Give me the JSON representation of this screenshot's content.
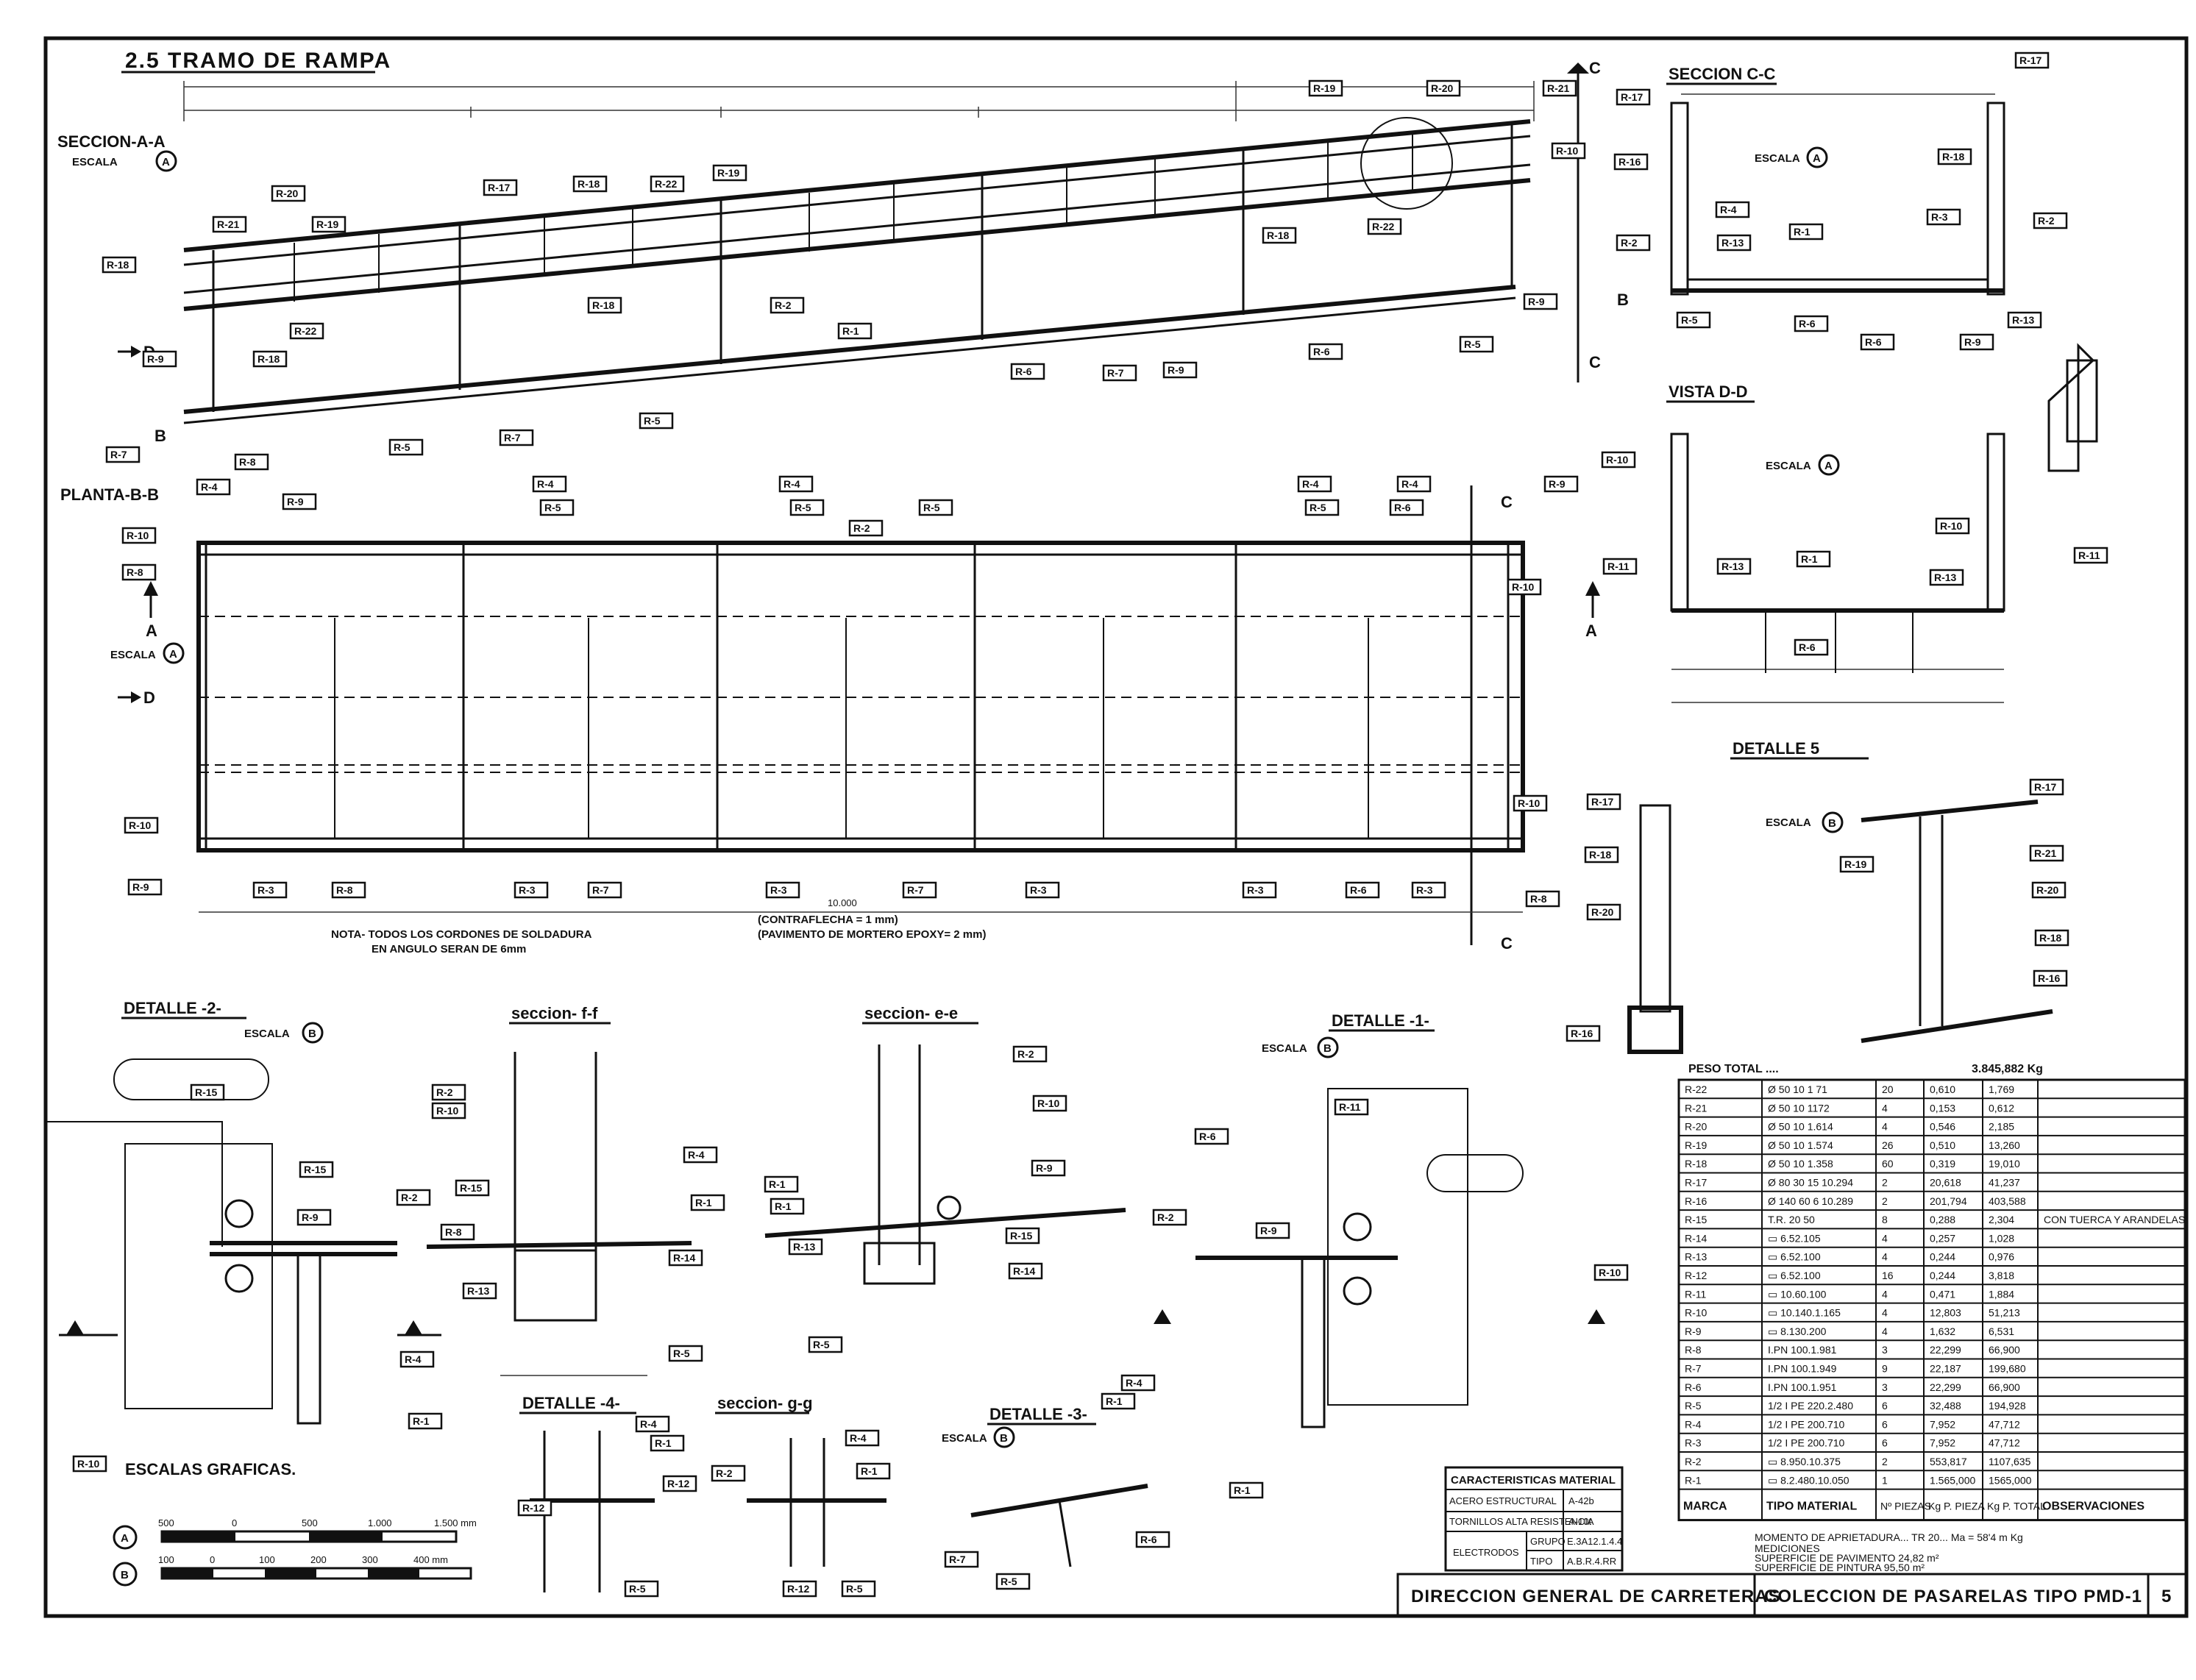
{
  "sheet": {
    "title": "2.5 TRAMO DE RAMPA",
    "sheet_number": "5",
    "org": "DIRECCION GENERAL DE CARRETERAS",
    "collection": "COLECCION DE PASARELAS TIPO PMD-1"
  },
  "views": {
    "seccion_aa": "SECCION-A-A",
    "planta_bb": "PLANTA-B-B",
    "seccion_cc": "SECCION C-C",
    "vista_dd": "VISTA D-D",
    "detalle_5": "DETALLE 5",
    "detalle_2": "DETALLE -2-",
    "seccion_ff": "seccion- f-f",
    "seccion_ee": "seccion- e-e",
    "detalle_1": "DETALLE -1-",
    "detalle_4": "DETALLE -4-",
    "seccion_gg": "seccion- g-g",
    "detalle_3": "DETALLE -3-",
    "escala_a": "ESCALA",
    "escala_b": "ESCALA",
    "a": "A",
    "b": "B"
  },
  "notes": {
    "nota_1": "NOTA- TODOS LOS CORDONES DE SOLDADURA",
    "nota_2": "EN ANGULO SERAN DE 6mm",
    "contraflecha": "(CONTRAFLECHA = 1 mm)",
    "pavimento": "(PAVIMENTO DE MORTERO EPOXY= 2 mm)",
    "span": "10.000"
  },
  "escalas": {
    "title": "ESCALAS GRAFICAS.",
    "a_ticks": [
      "500",
      "0",
      "500",
      "1.000",
      "1.500 mm"
    ],
    "b_ticks": [
      "100",
      "0",
      "100",
      "200",
      "300",
      "400 mm"
    ]
  },
  "material": {
    "title": "CARACTERISTICAS MATERIAL",
    "rows": [
      [
        "ACERO ESTRUCTURAL",
        "",
        "A-42b"
      ],
      [
        "TORNILLOS ALTA RESISTENCIA",
        "",
        "A-10t"
      ],
      [
        "ELECTRODOS",
        "GRUPO",
        "E.3A12.1.4.4"
      ],
      [
        "",
        "TIPO",
        "A.B.R.4.RR"
      ]
    ]
  },
  "table": {
    "peso_label": "PESO TOTAL ....",
    "peso_value": "3.845,882 Kg",
    "headers": [
      "MARCA",
      "TIPO MATERIAL",
      "Nº PIEZAS",
      "Kg P. PIEZA",
      "Kg P. TOTAL",
      "OBSERVACIONES"
    ],
    "rows": [
      [
        "R-22",
        "Ø 50 10 1 71",
        "20",
        "0,610",
        "1,769",
        ""
      ],
      [
        "R-21",
        "Ø 50 10 1172",
        "4",
        "0,153",
        "0,612",
        ""
      ],
      [
        "R-20",
        "Ø 50 10 1.614",
        "4",
        "0,546",
        "2,185",
        ""
      ],
      [
        "R-19",
        "Ø 50 10 1.574",
        "26",
        "0,510",
        "13,260",
        ""
      ],
      [
        "R-18",
        "Ø 50 10 1.358",
        "60",
        "0,319",
        "19,010",
        ""
      ],
      [
        "R-17",
        "Ø 80 30 15 10.294",
        "2",
        "20,618",
        "41,237",
        ""
      ],
      [
        "R-16",
        "Ø 140 60 6 10.289",
        "2",
        "201,794",
        "403,588",
        ""
      ],
      [
        "R-15",
        "T.R. 20 50",
        "8",
        "0,288",
        "2,304",
        "CON TUERCA Y ARANDELAS"
      ],
      [
        "R-14",
        "▭ 6.52.105",
        "4",
        "0,257",
        "1,028",
        ""
      ],
      [
        "R-13",
        "▭ 6.52.100",
        "4",
        "0,244",
        "0,976",
        ""
      ],
      [
        "R-12",
        "▭ 6.52.100",
        "16",
        "0,244",
        "3,818",
        ""
      ],
      [
        "R-11",
        "▭ 10.60.100",
        "4",
        "0,471",
        "1,884",
        ""
      ],
      [
        "R-10",
        "▭ 10.140.1.165",
        "4",
        "12,803",
        "51,213",
        ""
      ],
      [
        "R-9",
        "▭ 8.130.200",
        "4",
        "1,632",
        "6,531",
        ""
      ],
      [
        "R-8",
        "I.PN 100.1.981",
        "3",
        "22,299",
        "66,900",
        ""
      ],
      [
        "R-7",
        "I.PN 100.1.949",
        "9",
        "22,187",
        "199,680",
        ""
      ],
      [
        "R-6",
        "I.PN 100.1.951",
        "3",
        "22,299",
        "66,900",
        ""
      ],
      [
        "R-5",
        "1/2 I PE 220.2.480",
        "6",
        "32,488",
        "194,928",
        ""
      ],
      [
        "R-4",
        "1/2 I PE 200.710",
        "6",
        "7,952",
        "47,712",
        ""
      ],
      [
        "R-3",
        "1/2 I PE 200.710",
        "6",
        "7,952",
        "47,712",
        ""
      ],
      [
        "R-2",
        "▭ 8.950.10.375",
        "2",
        "553,817",
        "1107,635",
        ""
      ],
      [
        "R-1",
        "▭ 8.2.480.10.050",
        "1",
        "1.565,000",
        "1565,000",
        ""
      ]
    ],
    "momento": "MOMENTO DE APRIETADURA... TR 20... Ma = 58'4 m Kg",
    "mediciones": "MEDICIONES",
    "sup_pavimento": "SUPERFICIE DE PAVIMENTO  24,82 m²",
    "sup_pintura": "SUPERFICIE DE PINTURA     95,50 m²"
  },
  "tags": {
    "r1": "R-1",
    "r2": "R-2",
    "r3": "R-3",
    "r4": "R-4",
    "r5": "R-5",
    "r6": "R-6",
    "r7": "R-7",
    "r8": "R-8",
    "r9": "R-9",
    "r10": "R-10",
    "r11": "R-11",
    "r12": "R-12",
    "r13": "R-13",
    "r14": "R-14",
    "r15": "R-15",
    "r16": "R-16",
    "r17": "R-17",
    "r18": "R-18",
    "r19": "R-19",
    "r20": "R-20",
    "r21": "R-21",
    "r22": "R-22"
  }
}
